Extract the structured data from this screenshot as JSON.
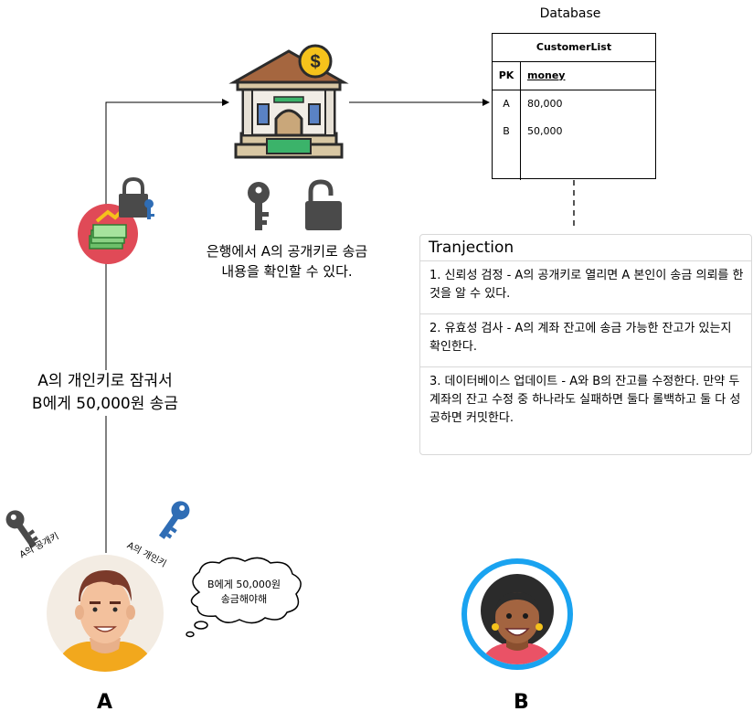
{
  "database": {
    "title": "Database",
    "table_name": "CustomerList",
    "columns": {
      "pk": "PK",
      "money": "money"
    },
    "rows": [
      {
        "key": "A",
        "value": "80,000"
      },
      {
        "key": "B",
        "value": "50,000"
      }
    ]
  },
  "bank": {
    "caption_line1": "은행에서 A의 공개키로 송금",
    "caption_line2": "내용을 확인할 수 있다.",
    "icon": "bank-icon",
    "coin_icon": "dollar-coin-icon"
  },
  "transfer": {
    "caption_line1": "A의 개인키로 잠궈서",
    "caption_line2": "B에게 50,000원 송금"
  },
  "transaction": {
    "title": "Tranjection",
    "steps": [
      {
        "text": "1. 신뢰성 검정 - A의 공개키로 열리면 A 본인이 송금 의뢰를 한 것을 알 수 있다."
      },
      {
        "text": "2. 유효성 검사  - A의 계좌 잔고에 송금 가능한 잔고가 있는지 확인한다."
      },
      {
        "text": "3. 데이터베이스 업데이트 - A와 B의 잔고를 수정한다. 만약 두 계좌의 잔고 수정 중 하나라도 실패하면 둘다 롤백하고 둘 다 성공하면 커밋한다."
      }
    ]
  },
  "person_a": {
    "label": "A",
    "public_key_label": "A의 공개키",
    "private_key_label": "A의 개인키",
    "thought_line1": "B에게 50,000원",
    "thought_line2": "송금해야해"
  },
  "person_b": {
    "label": "B"
  },
  "colors": {
    "key_public": "#4a4a4a",
    "key_private": "#2f6db5",
    "lock": "#4a4a4a",
    "money_circle": "#e04a57",
    "avatar_a_bg": "#f3ece3",
    "avatar_b_ring": "#1aa3f0"
  }
}
